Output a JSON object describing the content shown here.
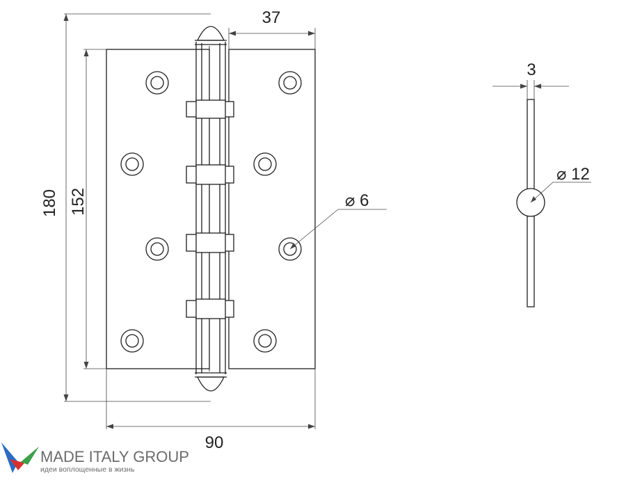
{
  "dimensions": {
    "overall_height": "180",
    "inner_height": "152",
    "leaf_width": "37",
    "total_width": "90",
    "hole_diameter": "⌀ 6",
    "thickness": "3",
    "knuckle_diameter": "⌀ 12"
  },
  "logo": {
    "title": "MADE ITALY GROUP",
    "subtitle": "идеи воплощенные в жизнь",
    "icon": "check-bird-logo-icon",
    "colors": {
      "blue": "#2b6cc4",
      "red": "#d8322f",
      "green": "#3aa14a"
    }
  },
  "colors": {
    "line": "#1e1e1e",
    "dimension": "#444444"
  }
}
